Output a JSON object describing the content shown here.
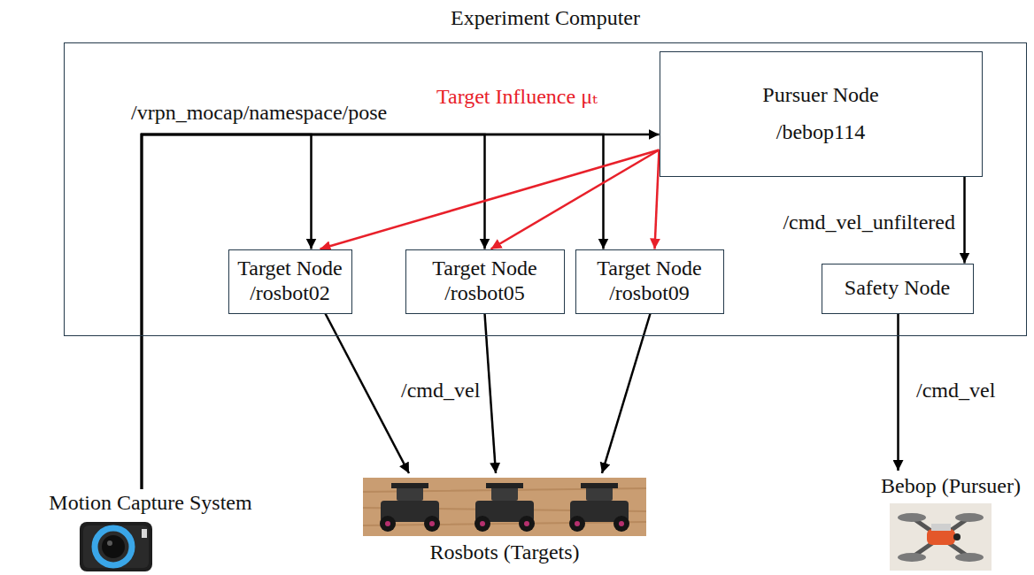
{
  "diagram": {
    "nodes": [
      {
        "text": [
          "Experiment Computer"
        ]
      },
      {
        "text": [
          "Pursuer Node",
          "/bebop114"
        ],
        "in": 0
      },
      {
        "text": [
          "Target Node /rosbot02"
        ],
        "in": 0
      },
      {
        "text": [
          "Target Node /rosbot05"
        ],
        "in": 0
      },
      {
        "text": [
          "Target Node /rosbot09"
        ],
        "in": 0
      },
      {
        "text": [
          "Safety Node"
        ],
        "in": 0
      },
      {
        "text": [
          "Motion Capture System"
        ]
      },
      {
        "text": [
          "Rosbots (Targets)"
        ]
      },
      {
        "text": [
          "Bebop (Pursuer)"
        ]
      }
    ],
    "edges": [
      {
        "from": 6,
        "to": 1,
        "arrow": "to",
        "label": "/vrpn_mocap/namespace/pose"
      },
      {
        "from": 6,
        "to": 2,
        "arrow": "to"
      },
      {
        "from": 6,
        "to": 3,
        "arrow": "to"
      },
      {
        "from": 6,
        "to": 4,
        "arrow": "to"
      },
      {
        "from": 1,
        "to": 2,
        "arrow": "to"
      },
      {
        "from": 1,
        "to": 3,
        "arrow": "to",
        "label": "Target Influence μₜ"
      },
      {
        "from": 1,
        "to": 4,
        "arrow": "to"
      },
      {
        "from": 2,
        "to": 7,
        "arrow": "to"
      },
      {
        "from": 3,
        "to": 7,
        "arrow": "to",
        "label": "/cmd_vel"
      },
      {
        "from": 4,
        "to": 7,
        "arrow": "to"
      },
      {
        "from": 1,
        "to": 5,
        "arrow": "to",
        "label": "/cmd_vel_unfiltered"
      },
      {
        "from": 5,
        "to": 8,
        "arrow": "to",
        "label": "/cmd_vel"
      }
    ]
  }
}
